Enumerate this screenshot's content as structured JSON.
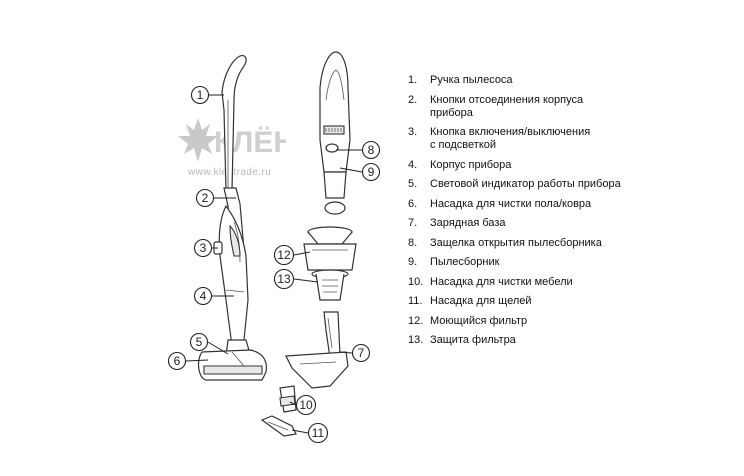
{
  "watermark": {
    "logo_text": "КЛЁН",
    "url_text": "www.klentrade.ru"
  },
  "callouts": [
    "1",
    "2",
    "3",
    "4",
    "5",
    "6",
    "7",
    "8",
    "9",
    "10",
    "11",
    "12",
    "13"
  ],
  "legend": [
    {
      "num": "1.",
      "text": "Ручка пылесоса"
    },
    {
      "num": "2.",
      "text": "Кнопки отсоединения  корпуса\nприбора"
    },
    {
      "num": "3.",
      "text": "Кнопка включения/выключения\nс подсветкой"
    },
    {
      "num": "4.",
      "text": "Корпус прибора"
    },
    {
      "num": "5.",
      "text": "Световой индикатор работы прибора"
    },
    {
      "num": "6.",
      "text": "Насадка для чистки пола/ковра"
    },
    {
      "num": "7.",
      "text": "Зарядная база"
    },
    {
      "num": "8.",
      "text": "Защелка открытия пылесборника"
    },
    {
      "num": "9.",
      "text": "Пылесборник"
    },
    {
      "num": "10.",
      "text": "Насадка для чистки мебели"
    },
    {
      "num": "11.",
      "text": "Насадка для щелей"
    },
    {
      "num": "12.",
      "text": "Моющийся фильтр"
    },
    {
      "num": "13.",
      "text": "Защита фильтра"
    }
  ]
}
